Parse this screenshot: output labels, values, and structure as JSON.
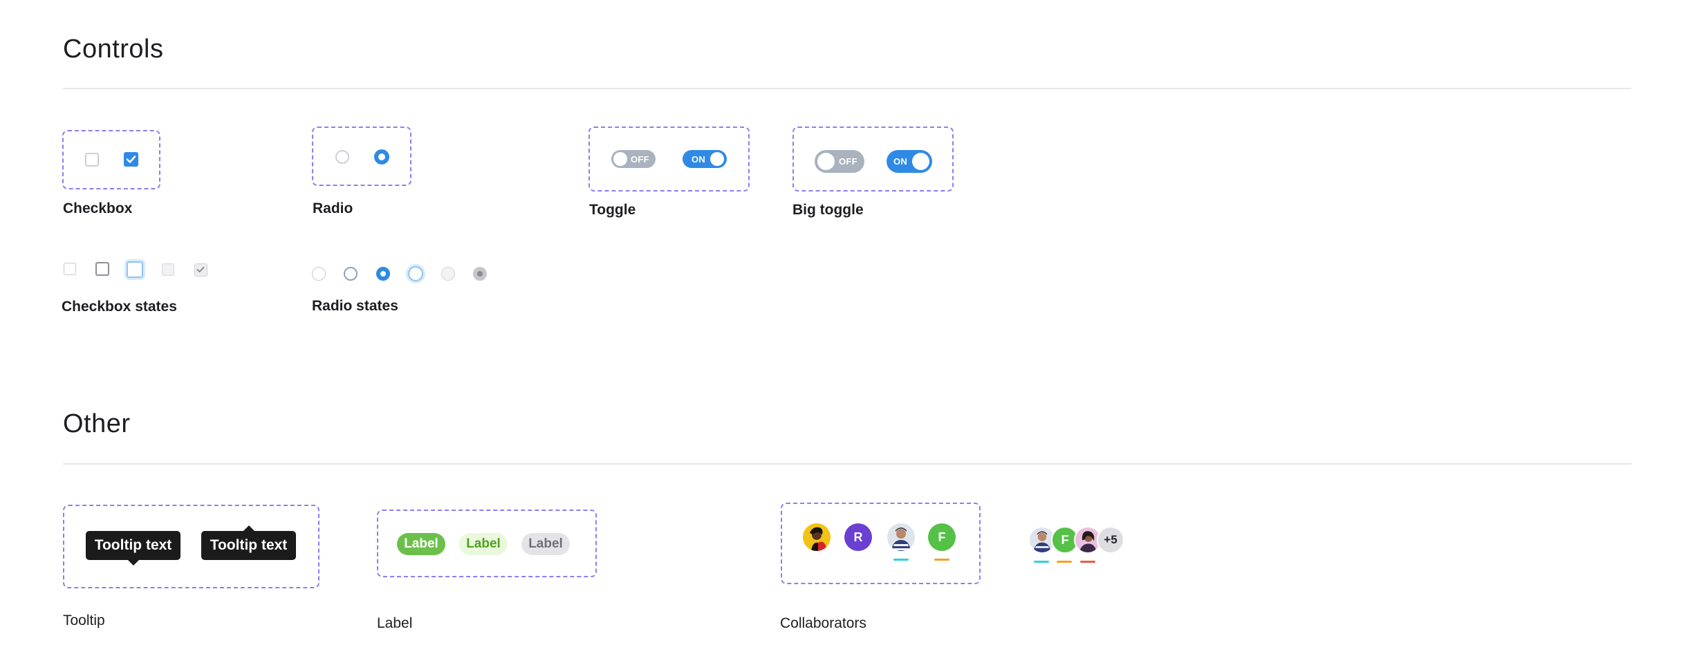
{
  "sections": {
    "controls_title": "Controls",
    "other_title": "Other"
  },
  "controls": {
    "checkbox_caption": "Checkbox",
    "radio_caption": "Radio",
    "toggle_caption": "Toggle",
    "big_toggle_caption": "Big toggle",
    "checkbox_states_caption": "Checkbox states",
    "radio_states_caption": "Radio states",
    "toggle_off": "OFF",
    "toggle_on": "ON",
    "big_toggle_off": "OFF",
    "big_toggle_on": "ON"
  },
  "other": {
    "tooltip_caption": "Tooltip",
    "tooltip_1": "Tooltip text",
    "tooltip_2": "Tooltip text",
    "label_caption": "Label",
    "labels": [
      "Label",
      "Label",
      "Label"
    ],
    "collaborators_caption": "Collaborators",
    "collab_initials": [
      "R",
      "F"
    ],
    "stack_initial": "F",
    "stack_more": "+5"
  },
  "colors": {
    "accent_blue": "#2f8ae6",
    "dashed_border": "#8f7cf2",
    "label_green": "#6cc04a",
    "label_light_green": "#eaf8dd",
    "label_gray": "#e4e4e8",
    "avatar_purple": "#6a3fd1",
    "avatar_green": "#55c147",
    "bar_cyan": "#2fd0e0",
    "bar_orange": "#f5a020",
    "bar_red": "#f05a3c"
  },
  "icons": [
    "check-icon"
  ]
}
